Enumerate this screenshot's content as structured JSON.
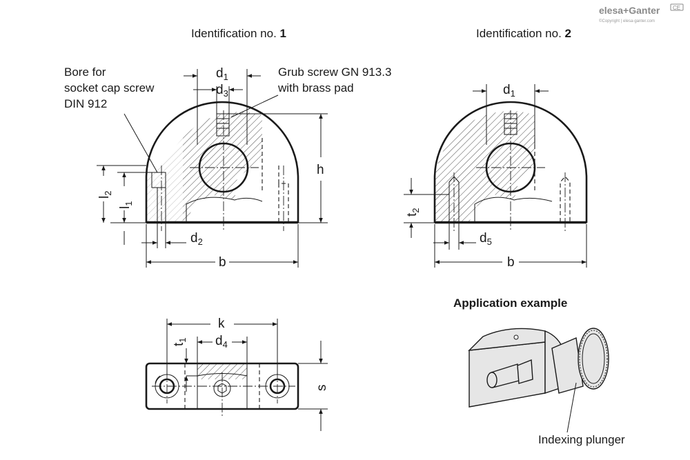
{
  "brand": {
    "logo_text": "elesa+Ganter",
    "copyright": "©Copyright | elesa-ganter.com",
    "ce_mark": "CE"
  },
  "views": {
    "id1": {
      "prefix": "Identification no. ",
      "num": "1"
    },
    "id2": {
      "prefix": "Identification no. ",
      "num": "2"
    }
  },
  "labels": {
    "bore_line1": "Bore for",
    "bore_line2": "socket cap screw",
    "bore_line3": "DIN 912",
    "grub_line1": "Grub screw GN 913.3",
    "grub_line2": "with brass pad",
    "application_title": "Application example",
    "indexing_plunger": "Indexing plunger"
  },
  "dims": {
    "d1": "d",
    "d1_sub": "1",
    "d3": "d",
    "d3_sub": "3",
    "h": "h",
    "l2": "l",
    "l2_sub": "2",
    "l1": "l",
    "l1_sub": "1",
    "d2": "d",
    "d2_sub": "2",
    "b": "b",
    "v2_d1": "d",
    "v2_d1_sub": "1",
    "t2": "t",
    "t2_sub": "2",
    "d5": "d",
    "d5_sub": "5",
    "v2_b": "b",
    "k": "k",
    "t1": "t",
    "t1_sub": "1",
    "d4": "d",
    "d4_sub": "4",
    "s": "s"
  },
  "colors": {
    "line": "#1a1a1a",
    "shade": "#e6e6e6",
    "background": "#ffffff"
  }
}
